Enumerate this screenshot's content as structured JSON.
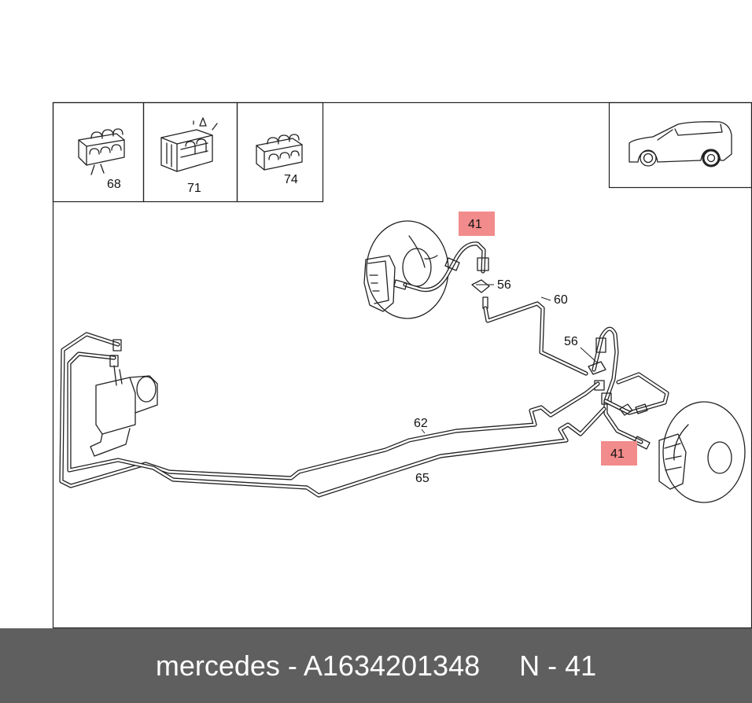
{
  "inset_labels": {
    "a": "68",
    "b": "71",
    "c": "74"
  },
  "callouts": {
    "hose_top": "41",
    "hose_right": "41",
    "clip_top": "56",
    "clip_mid": "56",
    "line_60": "60",
    "line_62": "62",
    "line_65": "65"
  },
  "highlight_color": "#f28b8b",
  "footer": {
    "part": "mercedes - A1634201348",
    "ref": "N - 41"
  }
}
